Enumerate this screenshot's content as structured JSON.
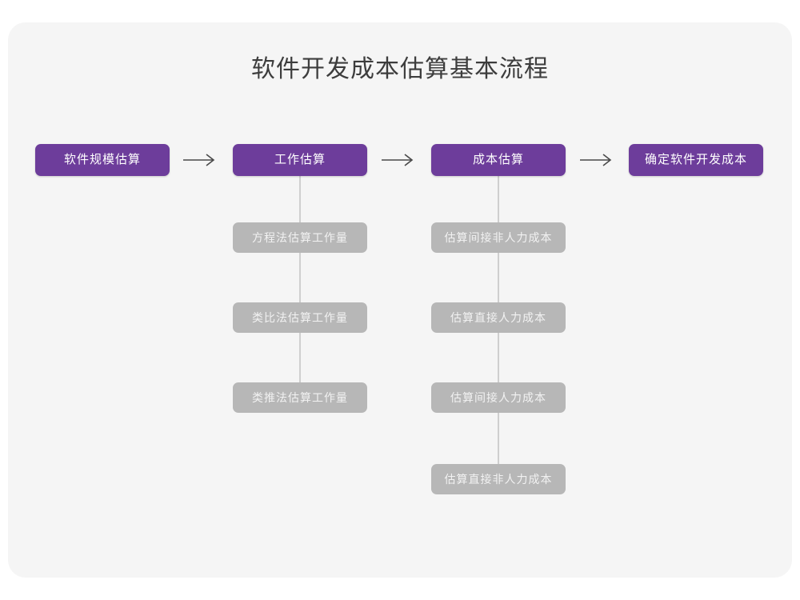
{
  "diagram": {
    "title": "软件开发成本估算基本流程",
    "type": "flowchart",
    "colors": {
      "page_background": "#ffffff",
      "card_background": "#f5f5f5",
      "stage_node": "#6d3d9b",
      "stage_node_text": "#ffffff",
      "sub_node": "#b7b7b7",
      "sub_node_text": "#f2f2f2",
      "connector": "#cfcfcf",
      "arrow": "#4a4a4a",
      "title_text": "#3d3d3d"
    },
    "arrow_glyph": "arrow-right-icon",
    "stages": [
      {
        "id": "stage-0",
        "label": "软件规模估算",
        "children": []
      },
      {
        "id": "stage-1",
        "label": "工作估算",
        "children": [
          "方程法估算工作量",
          "类比法估算工作量",
          "类推法估算工作量"
        ]
      },
      {
        "id": "stage-2",
        "label": "成本估算",
        "children": [
          "估算间接非人力成本",
          "估算直接人力成本",
          "估算间接人力成本",
          "估算直接非人力成本"
        ]
      },
      {
        "id": "stage-3",
        "label": "确定软件开发成本",
        "children": []
      }
    ]
  }
}
